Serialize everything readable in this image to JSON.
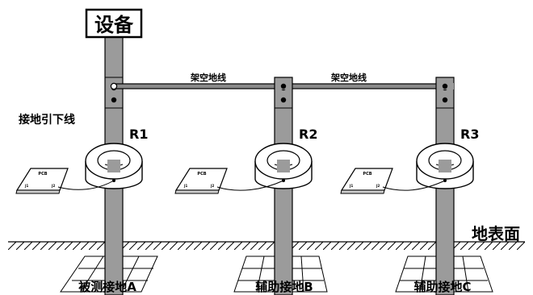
{
  "device_label": "设备",
  "overhead_wire_label": "架空地线",
  "down_conductor_label": "接地引下线",
  "ground_surface_label": "地表面",
  "pcb_label": "PCB",
  "pcb_pin_left": "J1",
  "pcb_pin_right": "J2",
  "sensors": [
    {
      "name": "R1",
      "ground": "被测接地A"
    },
    {
      "name": "R2",
      "ground": "辅助接地B"
    },
    {
      "name": "R3",
      "ground": "辅助接地C"
    }
  ]
}
